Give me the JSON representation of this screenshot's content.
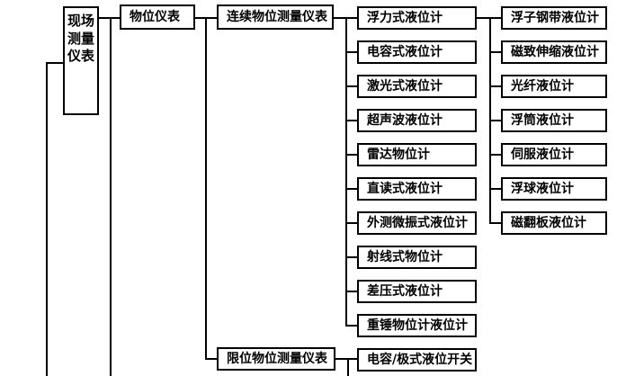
{
  "diagram": {
    "title_hint": "现场测量仪表物位仪表分类图",
    "colors": {
      "background": "#ffffff",
      "line": "#000000",
      "box_border": "#000000",
      "text": "#000000"
    },
    "root": {
      "label": "现场测量仪表"
    },
    "level_instruments": {
      "label": "物位仪表"
    },
    "continuous": {
      "label": "连续物位测量仪表"
    },
    "limit": {
      "label": "限位物位测量仪表"
    },
    "continuous_types": [
      "浮力式液位计",
      "电容式液位计",
      "激光式液位计",
      "超声波液位计",
      "雷达物位计",
      "直读式液位计",
      "外测微振式液位计",
      "射线式物位计",
      "差压式液位计",
      "重锤物位计液位计"
    ],
    "buoyancy_types": [
      "浮子钢带液位计",
      "磁致伸缩液位计",
      "光纤液位计",
      "浮筒液位计",
      "伺服液位计",
      "浮球液位计",
      "磁翻板液位计"
    ],
    "limit_types": [
      "电容/极式液位开关"
    ]
  }
}
